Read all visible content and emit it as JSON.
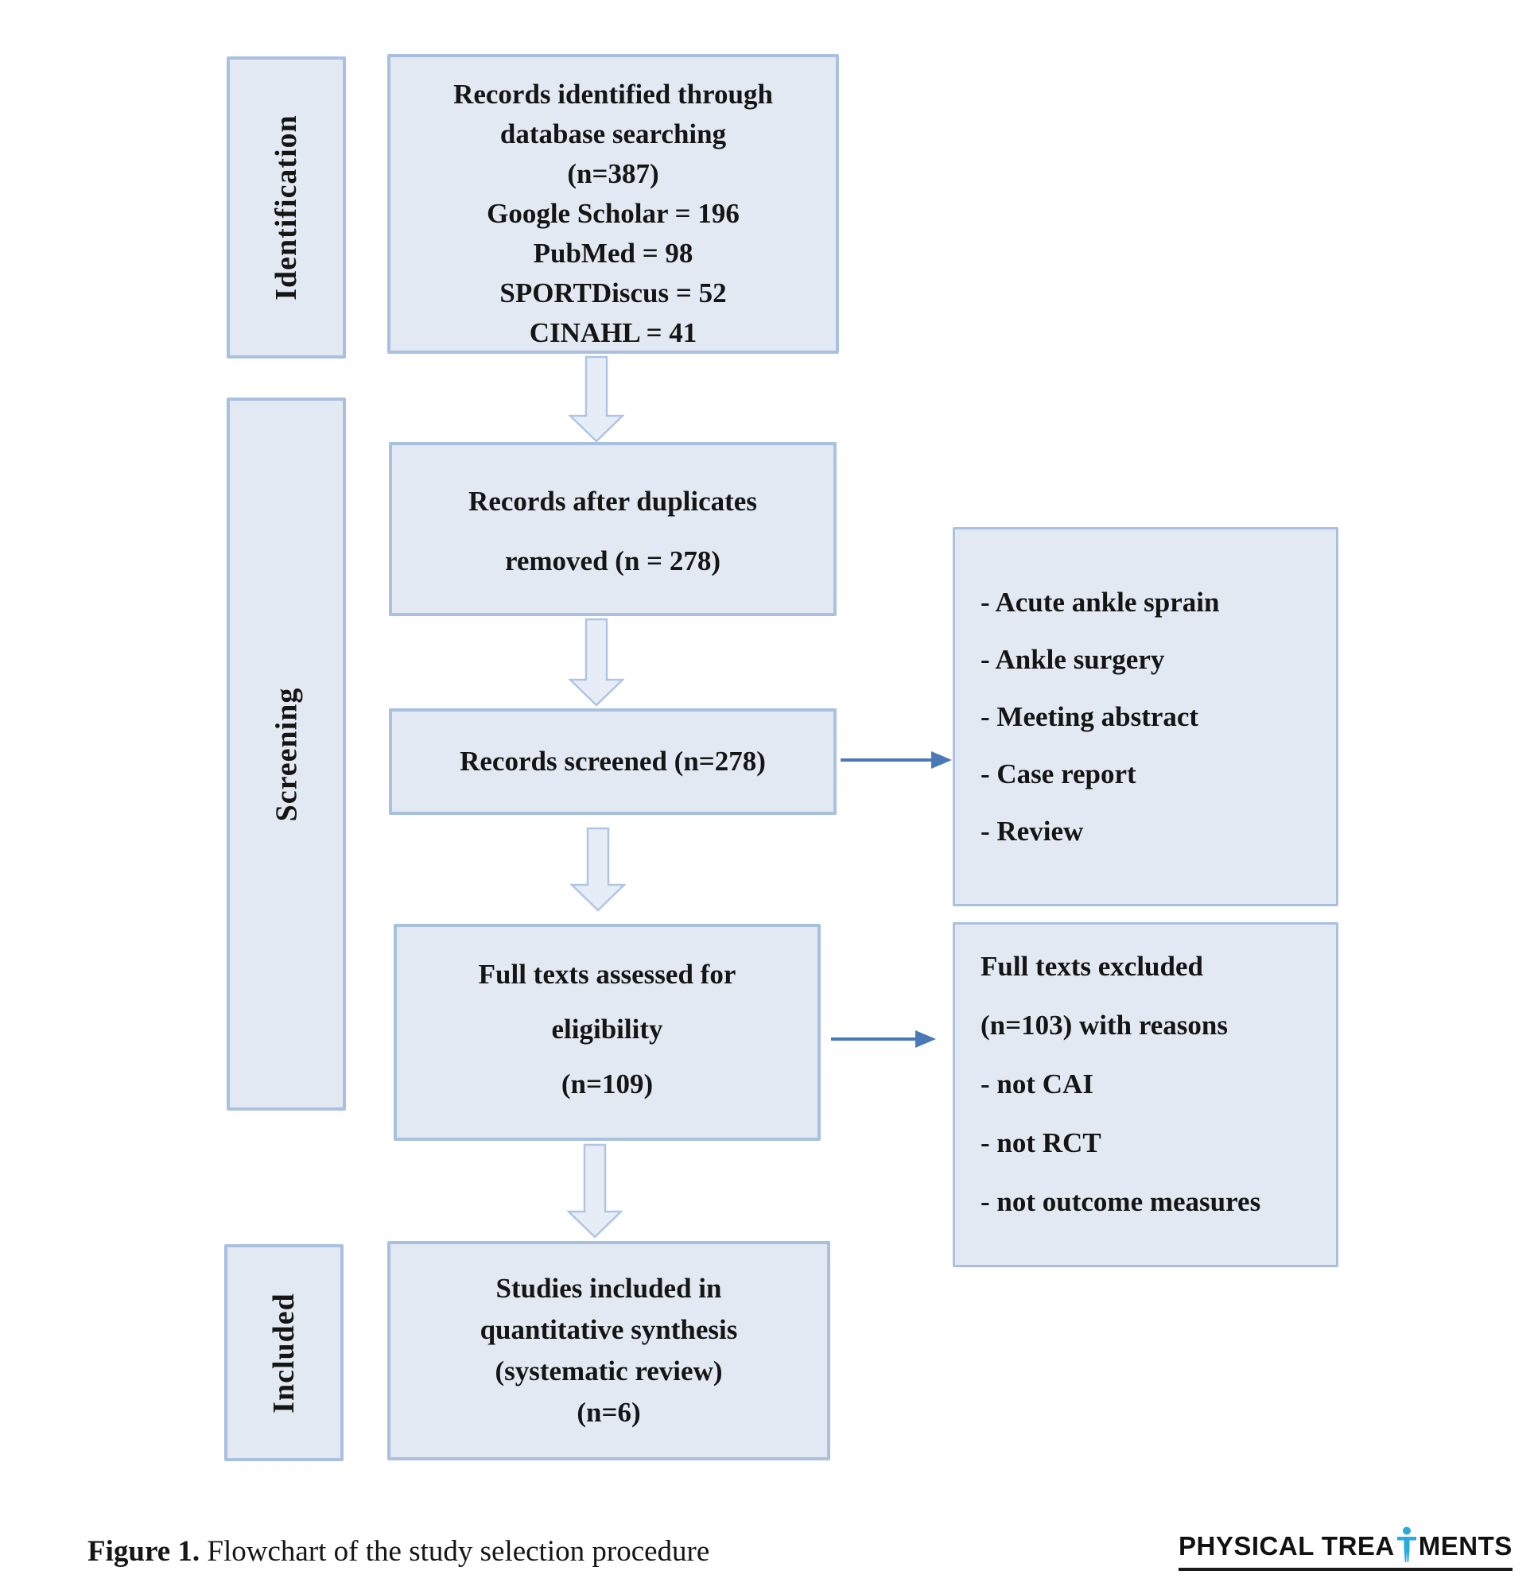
{
  "stages": {
    "identification": "Identification",
    "screening": "Screening",
    "included": "Included"
  },
  "boxes": {
    "identified": {
      "lines": [
        "Records identified through",
        "database searching",
        "(n=387)",
        "Google Scholar = 196",
        "PubMed = 98",
        "SPORTDiscus = 52",
        "CINAHL = 41"
      ]
    },
    "duplicates": {
      "lines": [
        "Records after duplicates",
        "removed (n = 278)"
      ]
    },
    "screened": {
      "lines": [
        "Records screened (n=278)"
      ]
    },
    "fulltext": {
      "lines": [
        "Full texts assessed for",
        "eligibility",
        "(n=109)"
      ]
    },
    "included_studies": {
      "lines": [
        "Studies included in",
        "quantitative synthesis",
        "(systematic review)",
        "(n=6)"
      ]
    },
    "screen_exclusion_reasons": {
      "lines": [
        "- Acute ankle sprain",
        "- Ankle surgery",
        "- Meeting abstract",
        "- Case report",
        "- Review"
      ]
    },
    "fulltext_excluded": {
      "lines": [
        "Full texts excluded",
        "(n=103) with reasons",
        "- not CAI",
        "- not RCT",
        "- not outcome measures"
      ]
    }
  },
  "caption": {
    "label": "Figure 1.",
    "text": "Flowchart of the study selection procedure"
  },
  "logo": {
    "part1": "PHYSICAL TREA",
    "part2": "MENTS"
  },
  "colors": {
    "box_fill": "#e3e9f3",
    "box_border": "#a9c0de",
    "block_arrow_fill": "#e7edf7",
    "block_arrow_border": "#b0c5e2",
    "connector_arrow": "#4a79b5",
    "logo_accent": "#29abe2",
    "text": "#151515"
  }
}
